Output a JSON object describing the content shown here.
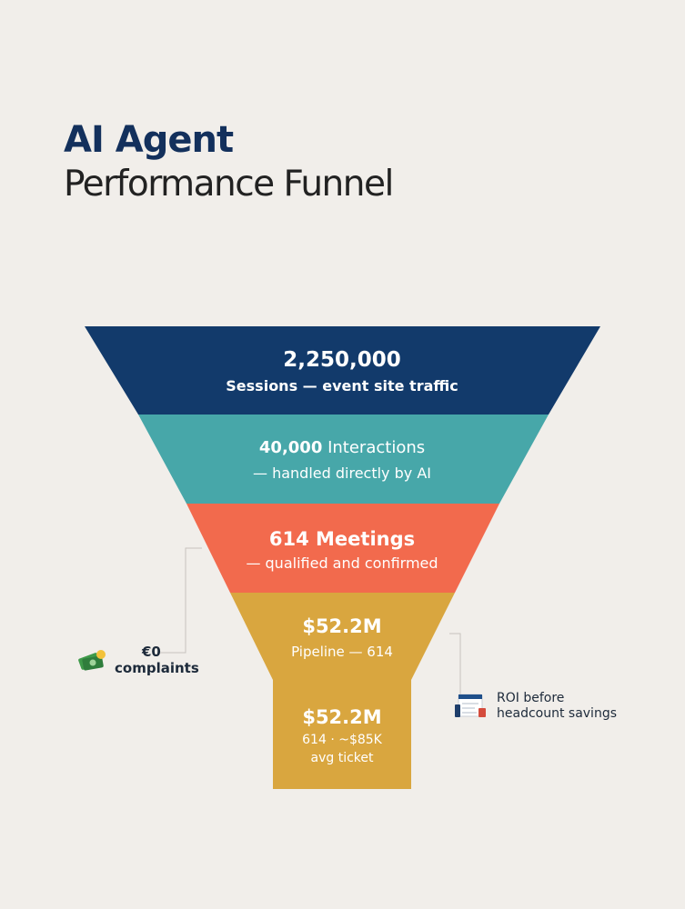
{
  "header": {
    "title_line1": "AI Agent",
    "title_line2": "Performance Funnel"
  },
  "colors": {
    "background": "#f1eeea",
    "stage1": "#123a6b",
    "stage2": "#47a7a9",
    "stage3": "#f26a4d",
    "stage4": "#d9a63f",
    "stage5": "#d9a63f",
    "title_accent": "#13305c"
  },
  "funnel": {
    "stages": [
      {
        "value": "2,250,000",
        "label": "Sessions — event site traffic"
      },
      {
        "value": "40",
        "value_suffix": ",000",
        "value_unit": " Interactions",
        "label": "— handled directly by AI"
      },
      {
        "value": "614 Meetings",
        "label": "— qualified and confirmed"
      },
      {
        "value": "$52.2M",
        "label": "Pipeline — 614"
      },
      {
        "value": "$52.2M",
        "label": "614 · ~$85K",
        "label2": "avg ticket"
      }
    ]
  },
  "callouts": {
    "left": {
      "line1": "€0",
      "line2": "complaints",
      "icon": "money-cash-icon"
    },
    "right": {
      "line1": "ROI before",
      "line2": "headcount savings",
      "icon": "document-report-icon"
    }
  }
}
